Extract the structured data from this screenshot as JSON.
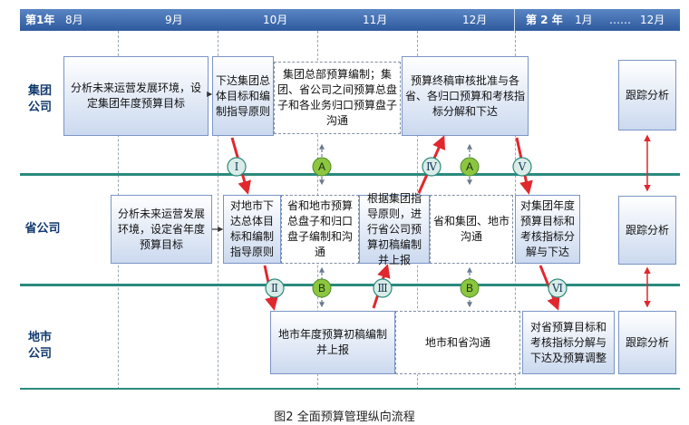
{
  "timeline": {
    "year1": "第1年",
    "aug": "8月",
    "sep": "9月",
    "oct": "10月",
    "nov": "11月",
    "dec": "12月",
    "year2": "第 2 年",
    "jan": "1月",
    "dots": "……",
    "dec2": "12月"
  },
  "lanes": {
    "group": "集团\n公司",
    "province": "省公司",
    "city": "地市\n公司"
  },
  "boxes": {
    "group_env": "分析未来运营发展环境，设定集团年度预算目标",
    "group_issue": "下达集团总体目标和编制指导原则",
    "group_compile": "集团总部预算编制；集团、省公司之间预算总盘子和各业务归口预算盘子沟通",
    "group_final": "预算终稿审核批准与各省、各归口预算和考核指标分解和下达",
    "group_track": "跟踪分析",
    "prov_env": "分析未来运营发展环境，设定省年度预算目标",
    "prov_issue": "对地市下达总体目标和编制指导原则",
    "prov_comm": "省和地市预算总盘子和归口盘子编制和沟通",
    "prov_draft": "根据集团指导原则，进行省公司预算初稿编制并上报",
    "prov_city_comm": "省和集团、地市沟通",
    "prov_decomp": "对集团年度预算目标和考核指标分解与下达",
    "prov_track": "跟踪分析",
    "city_draft": "地市年度预算初稿编制并上报",
    "city_comm": "地市和省沟通",
    "city_decomp": "对省预算目标和考核指标分解与下达及预算调整",
    "city_track": "跟踪分析"
  },
  "markers": {
    "I": "Ⅰ",
    "II": "Ⅱ",
    "III": "Ⅲ",
    "IV": "Ⅳ",
    "V": "Ⅴ",
    "VI": "Ⅵ",
    "A": "A",
    "B": "B"
  },
  "caption": "图2  全面预算管理纵向流程",
  "colors": {
    "header": "#3d6db3",
    "lane": "#2b8a7e",
    "arrow_red": "#e0282e",
    "circle_roman_fill": "#d9ece7",
    "circle_letter_fill": "#8cc63f",
    "box_border": "#7a95c5"
  }
}
